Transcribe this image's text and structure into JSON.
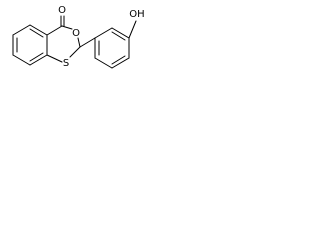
{
  "molecule": {
    "atoms": {
      "carbonyl_oxygen": "O",
      "ring_oxygen": "O",
      "sulfur": "S",
      "hydroxyl": "OH"
    }
  }
}
